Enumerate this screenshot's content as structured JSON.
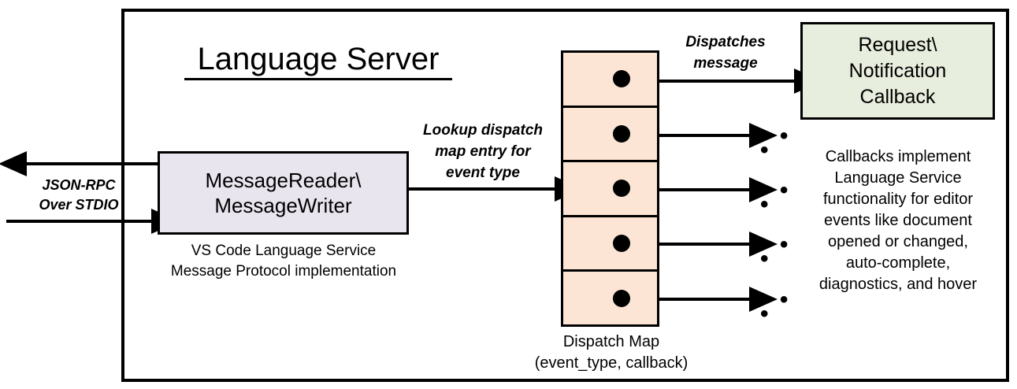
{
  "diagram": {
    "title": "Language Server",
    "frame_color": "#000000",
    "background": "#ffffff"
  },
  "external_io": {
    "label_line1": "JSON-RPC",
    "label_line2": "Over STDIO",
    "inbound_arrow": "arrow-right-into-message-reader",
    "outbound_arrow": "arrow-left-out-of-message-writer"
  },
  "message_io": {
    "box_line1": "MessageReader\\",
    "box_line2": "MessageWriter",
    "fill": "#E9E5EF",
    "caption_line1": "VS Code Language Service",
    "caption_line2": "Message Protocol implementation"
  },
  "lookup_edge": {
    "label_line1": "Lookup dispatch",
    "label_line2": "map entry for",
    "label_line3": "event type"
  },
  "dispatch_map": {
    "fill": "#FCE5D5",
    "rows": [
      {
        "index": 1,
        "dot": "filled-dot"
      },
      {
        "index": 2,
        "dot": "filled-dot"
      },
      {
        "index": 3,
        "dot": "filled-dot"
      },
      {
        "index": 4,
        "dot": "filled-dot"
      },
      {
        "index": 5,
        "dot": "filled-dot"
      }
    ],
    "caption_line1": "Dispatch Map",
    "caption_line2": "(event_type, callback)"
  },
  "dispatch_edge": {
    "label_line1": "Dispatches",
    "label_line2": "message"
  },
  "callback": {
    "box_line1": "Request\\",
    "box_line2": "Notification",
    "box_line3": "Callback",
    "fill": "#E8EEDD",
    "caption": "Callbacks implement Language Service functionality for editor events like document opened or changed, auto-complete, diagnostics, and hover",
    "caption_lines": [
      "Callbacks implement",
      "Language Service",
      "functionality for editor",
      "events like document",
      "opened or changed,",
      "auto-complete,",
      "diagnostics, and hover"
    ]
  },
  "ellipses": {
    "glyph": "• • •",
    "count": 4
  }
}
